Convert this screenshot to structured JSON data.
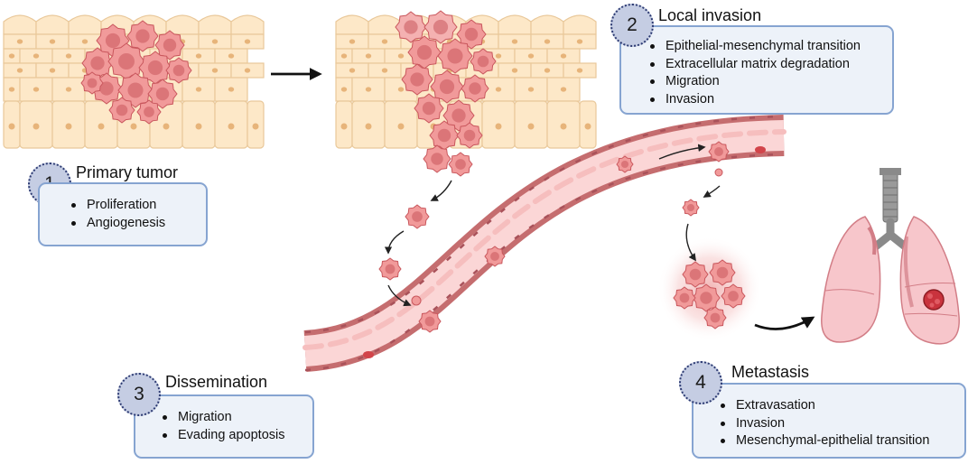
{
  "stages": [
    {
      "number": "1",
      "title": "Primary tumor",
      "items": [
        "Proliferation",
        "Angiogenesis"
      ]
    },
    {
      "number": "2",
      "title": "Local invasion",
      "items": [
        "Epithelial-mesenchymal transition",
        "Extracellular matrix degradation",
        "Migration",
        "Invasion"
      ]
    },
    {
      "number": "3",
      "title": "Dissemination",
      "items": [
        "Migration",
        "Evading apoptosis"
      ]
    },
    {
      "number": "4",
      "title": "Metastasis",
      "items": [
        "Extravasation",
        "Invasion",
        "Mesenchymal-epithelial transition"
      ]
    }
  ],
  "colors": {
    "tissue_fill": "#fde8c8",
    "tissue_stroke": "#e9c89a",
    "tumor_cell": "#f19a9a",
    "vessel_fill": "#fbd6d6",
    "vessel_wall": "#c56d6f",
    "lung_fill": "#f7c6cb",
    "trachea": "#8f8f8f",
    "badge_fill": "#c5cde3",
    "box_fill": "#edf2f9",
    "box_border": "#86a4d1"
  },
  "icons": [
    "epithelial-tissue",
    "tumor-mass",
    "circulating-tumor-cell",
    "blood-vessel",
    "lungs-with-metastasis",
    "arrow"
  ]
}
